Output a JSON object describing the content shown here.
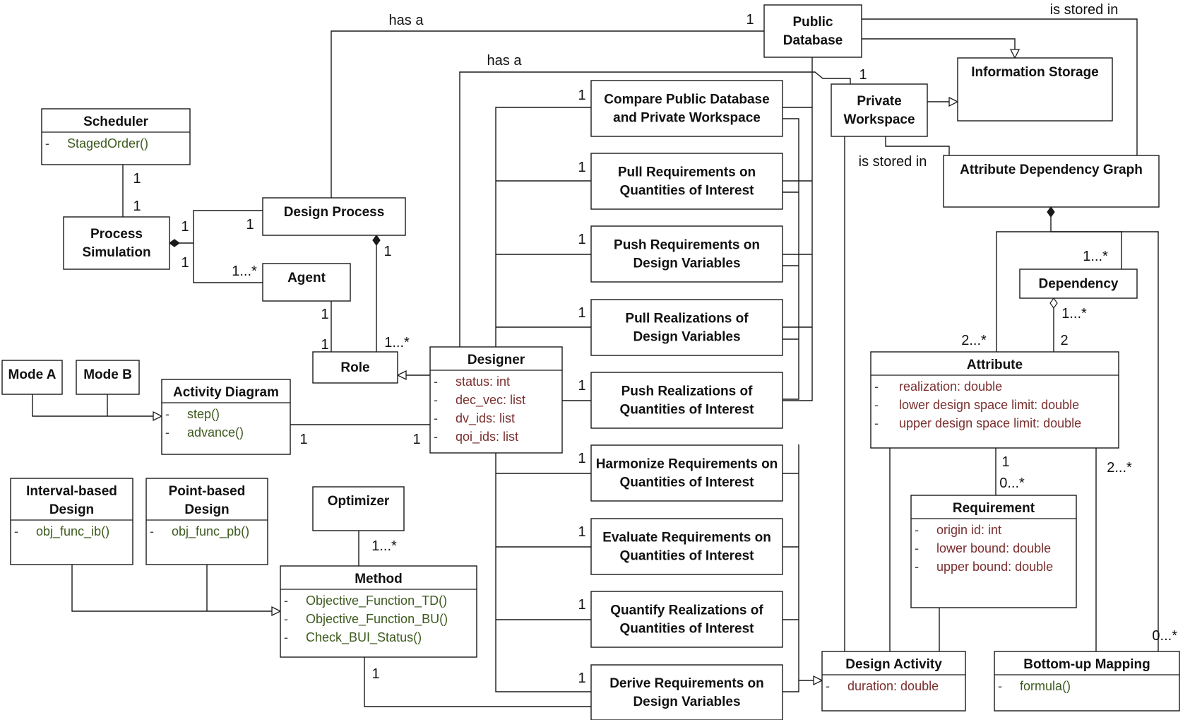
{
  "classes": [
    {
      "id": "public_database",
      "name": [
        "Public",
        "Database"
      ],
      "members": []
    },
    {
      "id": "information_storage",
      "name": [
        "Information Storage"
      ],
      "members": []
    },
    {
      "id": "private_workspace",
      "name": [
        "Private",
        "Workspace"
      ],
      "members": []
    },
    {
      "id": "attribute_dependency_graph",
      "name": [
        "Attribute Dependency Graph"
      ],
      "members": []
    },
    {
      "id": "scheduler",
      "name": [
        "Scheduler"
      ],
      "members": [
        {
          "vis": "-",
          "text": "StagedOrder()",
          "kind": "method"
        }
      ]
    },
    {
      "id": "process_simulation",
      "name": [
        "Process",
        "Simulation"
      ],
      "members": []
    },
    {
      "id": "design_process",
      "name": [
        "Design Process"
      ],
      "members": []
    },
    {
      "id": "agent",
      "name": [
        "Agent"
      ],
      "members": []
    },
    {
      "id": "role",
      "name": [
        "Role"
      ],
      "members": []
    },
    {
      "id": "mode_a",
      "name": [
        "Mode A"
      ],
      "members": []
    },
    {
      "id": "mode_b",
      "name": [
        "Mode B"
      ],
      "members": []
    },
    {
      "id": "activity_diagram",
      "name": [
        "Activity Diagram"
      ],
      "members": [
        {
          "vis": "-",
          "text": "step()",
          "kind": "method"
        },
        {
          "vis": "-",
          "text": "advance()",
          "kind": "method"
        }
      ]
    },
    {
      "id": "designer",
      "name": [
        "Designer"
      ],
      "members": [
        {
          "vis": "-",
          "text": "status: int",
          "kind": "attr"
        },
        {
          "vis": "-",
          "text": "dec_vec: list",
          "kind": "attr"
        },
        {
          "vis": "-",
          "text": "dv_ids: list",
          "kind": "attr"
        },
        {
          "vis": "-",
          "text": "qoi_ids: list",
          "kind": "attr"
        }
      ]
    },
    {
      "id": "interval_based_design",
      "name": [
        "Interval-based",
        "Design"
      ],
      "members": [
        {
          "vis": "-",
          "text": "obj_func_ib()",
          "kind": "method"
        }
      ]
    },
    {
      "id": "point_based_design",
      "name": [
        "Point-based",
        "Design"
      ],
      "members": [
        {
          "vis": "-",
          "text": "obj_func_pb()",
          "kind": "method"
        }
      ]
    },
    {
      "id": "optimizer",
      "name": [
        "Optimizer"
      ],
      "members": []
    },
    {
      "id": "method",
      "name": [
        "Method"
      ],
      "members": [
        {
          "vis": "-",
          "text": "Objective_Function_TD()",
          "kind": "method"
        },
        {
          "vis": "-",
          "text": "Objective_Function_BU()",
          "kind": "method"
        },
        {
          "vis": "-",
          "text": "Check_BUI_Status()",
          "kind": "method"
        }
      ]
    },
    {
      "id": "compare_pd_pw",
      "name": [
        "Compare Public Database",
        "and Private Workspace"
      ],
      "members": []
    },
    {
      "id": "pull_req_qoi",
      "name": [
        "Pull Requirements on",
        "Quantities of Interest"
      ],
      "members": []
    },
    {
      "id": "push_req_dv",
      "name": [
        "Push Requirements on",
        "Design Variables"
      ],
      "members": []
    },
    {
      "id": "pull_real_dv",
      "name": [
        "Pull Realizations of",
        "Design Variables"
      ],
      "members": []
    },
    {
      "id": "push_real_qoi",
      "name": [
        "Push Realizations of",
        "Quantities of Interest"
      ],
      "members": []
    },
    {
      "id": "harmonize_req_qoi",
      "name": [
        "Harmonize Requirements on",
        "Quantities of Interest"
      ],
      "members": []
    },
    {
      "id": "evaluate_req_qoi",
      "name": [
        "Evaluate Requirements on",
        "Quantities of Interest"
      ],
      "members": []
    },
    {
      "id": "quantify_real_qoi",
      "name": [
        "Quantify Realizations of",
        "Quantities of Interest"
      ],
      "members": []
    },
    {
      "id": "derive_req_dv",
      "name": [
        "Derive Requirements on",
        "Design Variables"
      ],
      "members": []
    },
    {
      "id": "dependency",
      "name": [
        "Dependency"
      ],
      "members": []
    },
    {
      "id": "attribute",
      "name": [
        "Attribute"
      ],
      "members": [
        {
          "vis": "-",
          "text": "realization: double",
          "kind": "attr"
        },
        {
          "vis": "-",
          "text": "lower design space limit: double",
          "kind": "attr"
        },
        {
          "vis": "-",
          "text": "upper design space limit: double",
          "kind": "attr"
        }
      ]
    },
    {
      "id": "requirement",
      "name": [
        "Requirement"
      ],
      "members": [
        {
          "vis": "-",
          "text": "origin id: int",
          "kind": "attr"
        },
        {
          "vis": "-",
          "text": "lower bound: double",
          "kind": "attr"
        },
        {
          "vis": "-",
          "text": "upper bound: double",
          "kind": "attr"
        }
      ]
    },
    {
      "id": "design_activity",
      "name": [
        "Design Activity"
      ],
      "members": [
        {
          "vis": "-",
          "text": "duration: double",
          "kind": "attr"
        }
      ]
    },
    {
      "id": "bottom_up_mapping",
      "name": [
        "Bottom-up Mapping"
      ],
      "members": [
        {
          "vis": "-",
          "text": "formula()",
          "kind": "method"
        }
      ]
    }
  ],
  "labels": [
    {
      "id": "has_a_top",
      "text": "has a"
    },
    {
      "id": "has_a_mid",
      "text": "has a"
    },
    {
      "id": "is_stored_in_top",
      "text": "is stored in"
    },
    {
      "id": "is_stored_in_mid",
      "text": "is stored in"
    },
    {
      "id": "m_pd_1",
      "text": "1"
    },
    {
      "id": "m_pw_1",
      "text": "1"
    },
    {
      "id": "m_sched_1",
      "text": "1"
    },
    {
      "id": "m_ps_1",
      "text": "1"
    },
    {
      "id": "m_ps_dp",
      "text": "1"
    },
    {
      "id": "m_dp_1",
      "text": "1"
    },
    {
      "id": "m_ps_agent",
      "text": "1"
    },
    {
      "id": "m_agent_many",
      "text": "1...*"
    },
    {
      "id": "m_dp_comp",
      "text": "1"
    },
    {
      "id": "m_agent_1",
      "text": "1"
    },
    {
      "id": "m_role_1",
      "text": "1"
    },
    {
      "id": "m_role_many",
      "text": "1...*"
    },
    {
      "id": "m_ad_1",
      "text": "1"
    },
    {
      "id": "m_des_1",
      "text": "1"
    },
    {
      "id": "m_opt_many",
      "text": "1...*"
    },
    {
      "id": "m_meth_1",
      "text": "1"
    },
    {
      "id": "m_a1",
      "text": "1"
    },
    {
      "id": "m_a2",
      "text": "1"
    },
    {
      "id": "m_a3",
      "text": "1"
    },
    {
      "id": "m_a4",
      "text": "1"
    },
    {
      "id": "m_a5",
      "text": "1"
    },
    {
      "id": "m_a6",
      "text": "1"
    },
    {
      "id": "m_a7",
      "text": "1"
    },
    {
      "id": "m_a8",
      "text": "1"
    },
    {
      "id": "m_a9",
      "text": "1"
    },
    {
      "id": "m_dep_many",
      "text": "1...*"
    },
    {
      "id": "m_dep_many2",
      "text": "1...*"
    },
    {
      "id": "m_attr_2",
      "text": "2"
    },
    {
      "id": "m_attr_many",
      "text": "2...*"
    },
    {
      "id": "m_attr_1",
      "text": "1"
    },
    {
      "id": "m_req_many",
      "text": "0...*"
    },
    {
      "id": "m_attr_bu",
      "text": "2...*"
    },
    {
      "id": "m_bu_many",
      "text": "0...*"
    }
  ]
}
